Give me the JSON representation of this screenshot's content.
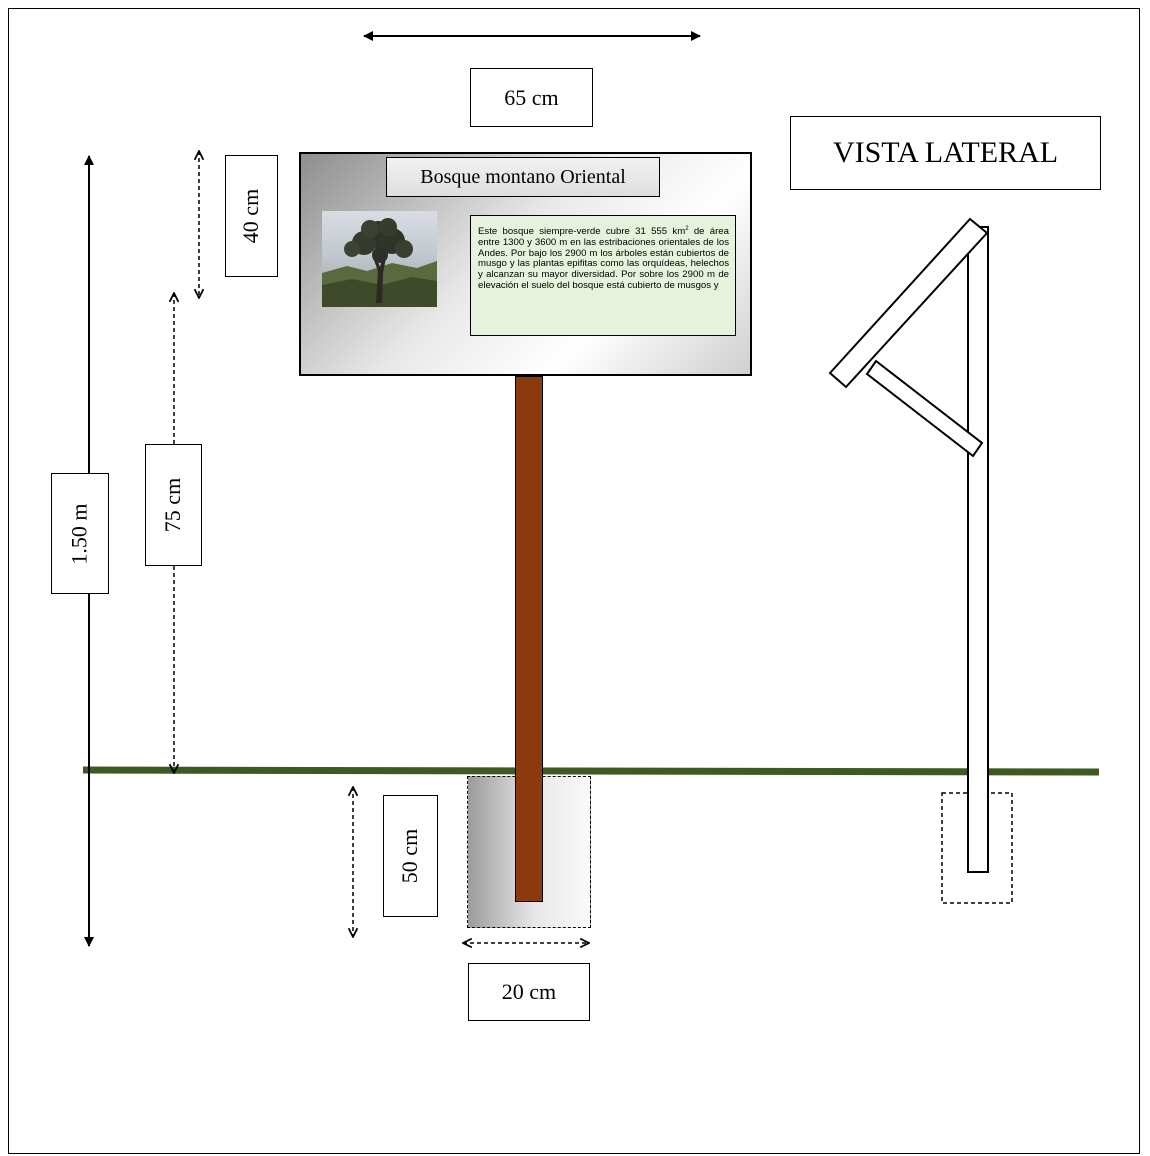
{
  "labels": {
    "top_width": "65 cm",
    "view_name": "VISTA LATERAL",
    "total_height": "1.50 m",
    "panel_height": "40 cm",
    "ground_to_panel": "75 cm",
    "footing_depth": "50 cm",
    "footing_width": "20 cm"
  },
  "sign": {
    "title": "Bosque montano Oriental",
    "body_part1": "Este bosque siempre-verde cubre 31 555 km",
    "body_sup": "2",
    "body_part2": " de área entre 1300 y 3600 m en las estribaciones orientales de los Andes. Por bajo los 2900 m los árboles están cubiertos de musgo y las plantas epifitas como las orquídeas, helechos y alcanzan su mayor diversidad. Por sobre los 2900 m de elevación el suelo del bosque está cubierto de musgos y"
  },
  "colors": {
    "ground": "#3d5a22",
    "post": "#8b3a0e",
    "text_panel": "#e6f2dc"
  }
}
